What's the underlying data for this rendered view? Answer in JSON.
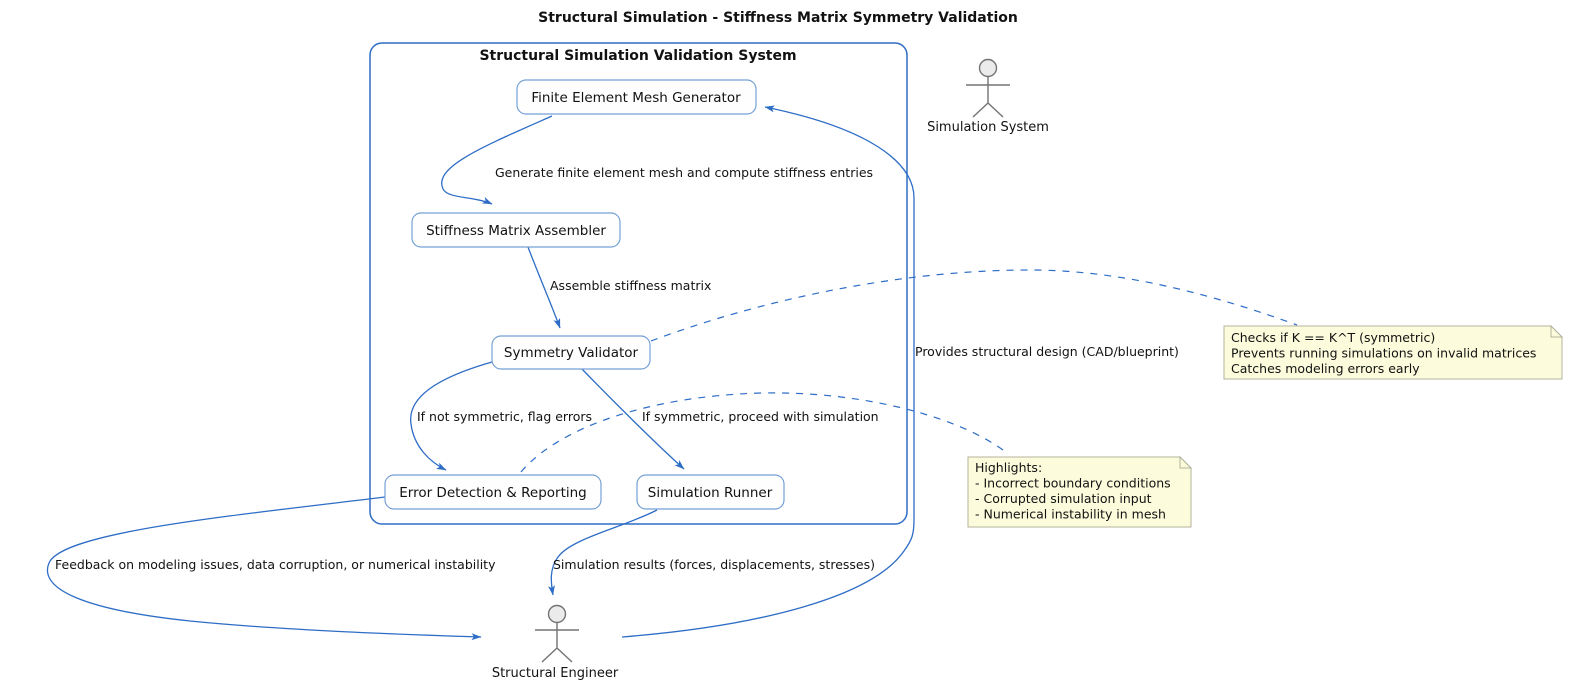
{
  "diagram_title": "Structural Simulation - Stiffness Matrix Symmetry Validation",
  "container": {
    "label": "Structural Simulation Validation System"
  },
  "nodes": {
    "mesh_generator": {
      "label": "Finite Element Mesh Generator"
    },
    "matrix_assembler": {
      "label": "Stiffness Matrix Assembler"
    },
    "symmetry_validator": {
      "label": "Symmetry Validator"
    },
    "error_detection": {
      "label": "Error Detection & Reporting"
    },
    "simulation_runner": {
      "label": "Simulation Runner"
    }
  },
  "actors": {
    "simulation_system": {
      "label": "Simulation System"
    },
    "structural_engineer": {
      "label": "Structural Engineer"
    }
  },
  "edges": {
    "generate_mesh": {
      "label": "Generate finite element mesh and compute stiffness entries"
    },
    "assemble": {
      "label": "Assemble stiffness matrix"
    },
    "not_symmetric": {
      "label": "If not symmetric, flag errors"
    },
    "symmetric": {
      "label": "If symmetric, proceed with simulation"
    },
    "provides_design": {
      "label": "Provides structural design (CAD/blueprint)"
    },
    "feedback": {
      "label": "Feedback on modeling issues, data corruption, or numerical instability"
    },
    "results": {
      "label": "Simulation results (forces, displacements, stresses)"
    }
  },
  "notes": {
    "validator_note": {
      "lines": [
        "Checks if K == K^T (symmetric)",
        "Prevents running simulations on invalid matrices",
        "Catches modeling errors early"
      ]
    },
    "error_note": {
      "lines": [
        "Highlights:",
        "- Incorrect boundary conditions",
        "- Corrupted simulation input",
        "- Numerical instability in mesh"
      ]
    }
  },
  "colors": {
    "line": "#2e6dc6",
    "box_border": "#74a0d6",
    "box_fill": "#fefefe",
    "note_bg": "#fcfcdc",
    "note_border": "#b3b39e",
    "actor_line": "#737373",
    "actor_fill": "#ebebeb",
    "text": "#121212",
    "bg": "#ffffff"
  }
}
